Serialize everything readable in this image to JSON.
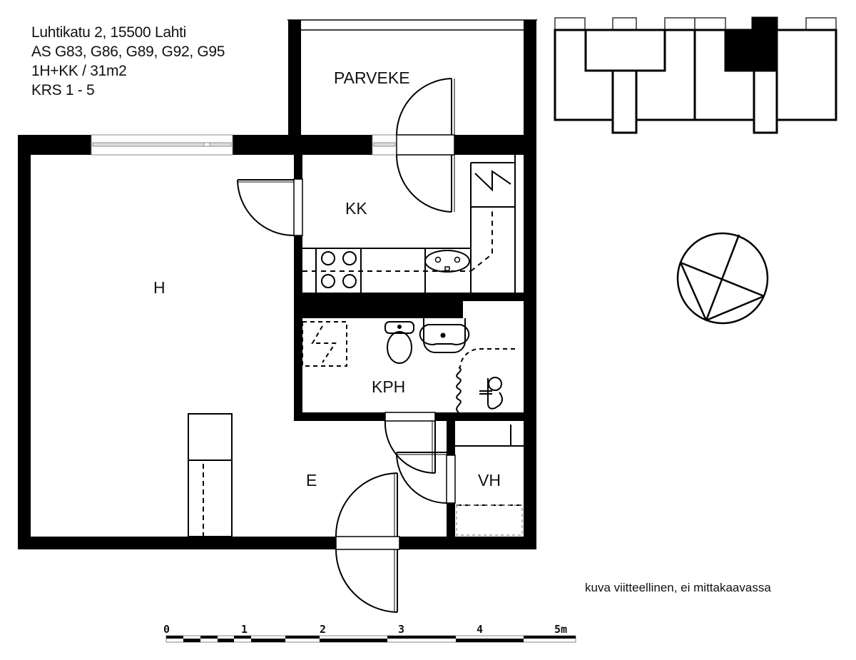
{
  "header": {
    "address": "Luhtikatu 2, 15500 Lahti",
    "apartments": "AS G83, G86, G89, G92, G95",
    "type_area": "1H+KK / 31m2",
    "floors": "KRS 1 - 5"
  },
  "rooms": {
    "balcony": "PARVEKE",
    "kitchen": "KK",
    "living_room": "H",
    "bathroom": "KPH",
    "entrance": "E",
    "closet": "VH"
  },
  "scale_bar": {
    "labels": [
      "0",
      "1",
      "2",
      "3",
      "4",
      "5m"
    ]
  },
  "note": "kuva viitteellinen, ei mittakaavassa",
  "icons": {
    "compass": "north-arrow-compass",
    "key_plan": "building-key-plan"
  },
  "colors": {
    "wall": "#000000",
    "background": "#ffffff",
    "highlight": "#000000"
  }
}
